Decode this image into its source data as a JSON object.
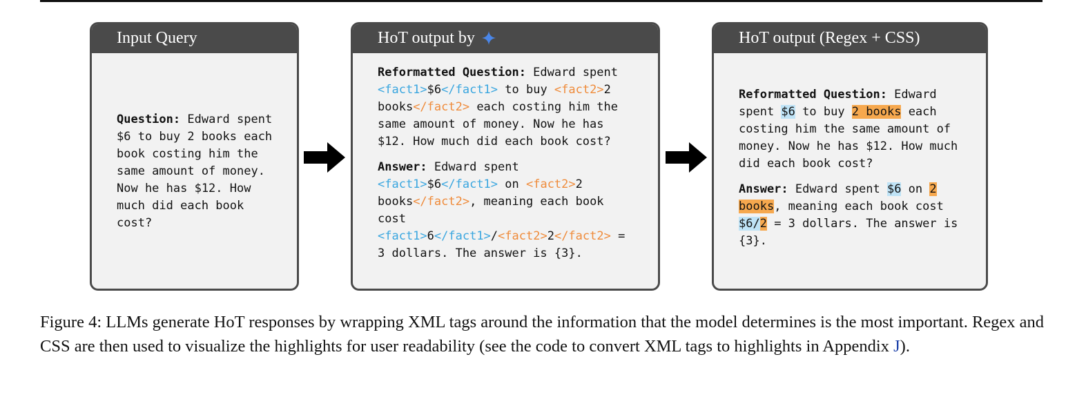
{
  "boxes": {
    "input": {
      "title": "Input Query",
      "q_label": "Question:",
      "q_text": " Edward spent $6 to buy 2 books each book costing him the same amount of money. Now he has $12. How much did each book cost?"
    },
    "hot": {
      "title": "HoT output by",
      "rq_label": "Reformatted Question:",
      "rq": [
        " Edward spent ",
        "<fact1>",
        "$6",
        "</fact1>",
        " to buy ",
        "<fact2>",
        "2 books",
        "</fact2>",
        " each costing him the same amount of money. Now he has $12. How much did each book cost?"
      ],
      "ans_label": "Answer:",
      "ans": [
        " Edward spent ",
        "<fact1>",
        "$6",
        "</fact1>",
        " on ",
        "<fact2>",
        "2 books",
        "</fact2>",
        ", meaning each book cost ",
        "<fact1>",
        "6",
        "</fact1>",
        "/",
        "<fact2>",
        "2",
        "</fact2>",
        " = 3 dollars. The answer is {3}."
      ]
    },
    "css": {
      "title": "HoT output (Regex + CSS)",
      "rq_label": "Reformatted Question:",
      "rq": [
        " Edward spent ",
        "$6",
        " to buy ",
        "2 books",
        " each costing him the same amount of money. Now he has $12. How much did each book cost?"
      ],
      "ans_label": "Answer:",
      "ans": [
        " Edward spent ",
        "$6",
        " on ",
        "2",
        " ",
        "books",
        ", meaning each book cost ",
        "$6/",
        "2",
        " = 3 dollars. The answer is {3}."
      ]
    }
  },
  "caption": {
    "text": "Figure 4: LLMs generate HoT responses by wrapping XML tags around the information that the model determines is the most important. Regex and CSS are then used to visualize the highlights for user readability (see the code to convert XML tags to highlights in Appendix ",
    "ref": "J",
    "end": ")."
  },
  "colors": {
    "header_bg": "#4a4a4a",
    "box_bg": "#f2f2f2",
    "fact1": "#3aa6df",
    "fact2": "#ef8b3a",
    "fact1_highlight": "#bfe3f6",
    "fact2_highlight": "#f6a84e",
    "sparkle": "#4a86e8"
  },
  "icons": {
    "sparkle": "gemini-sparkle-icon",
    "arrow": "right-arrow-icon"
  }
}
